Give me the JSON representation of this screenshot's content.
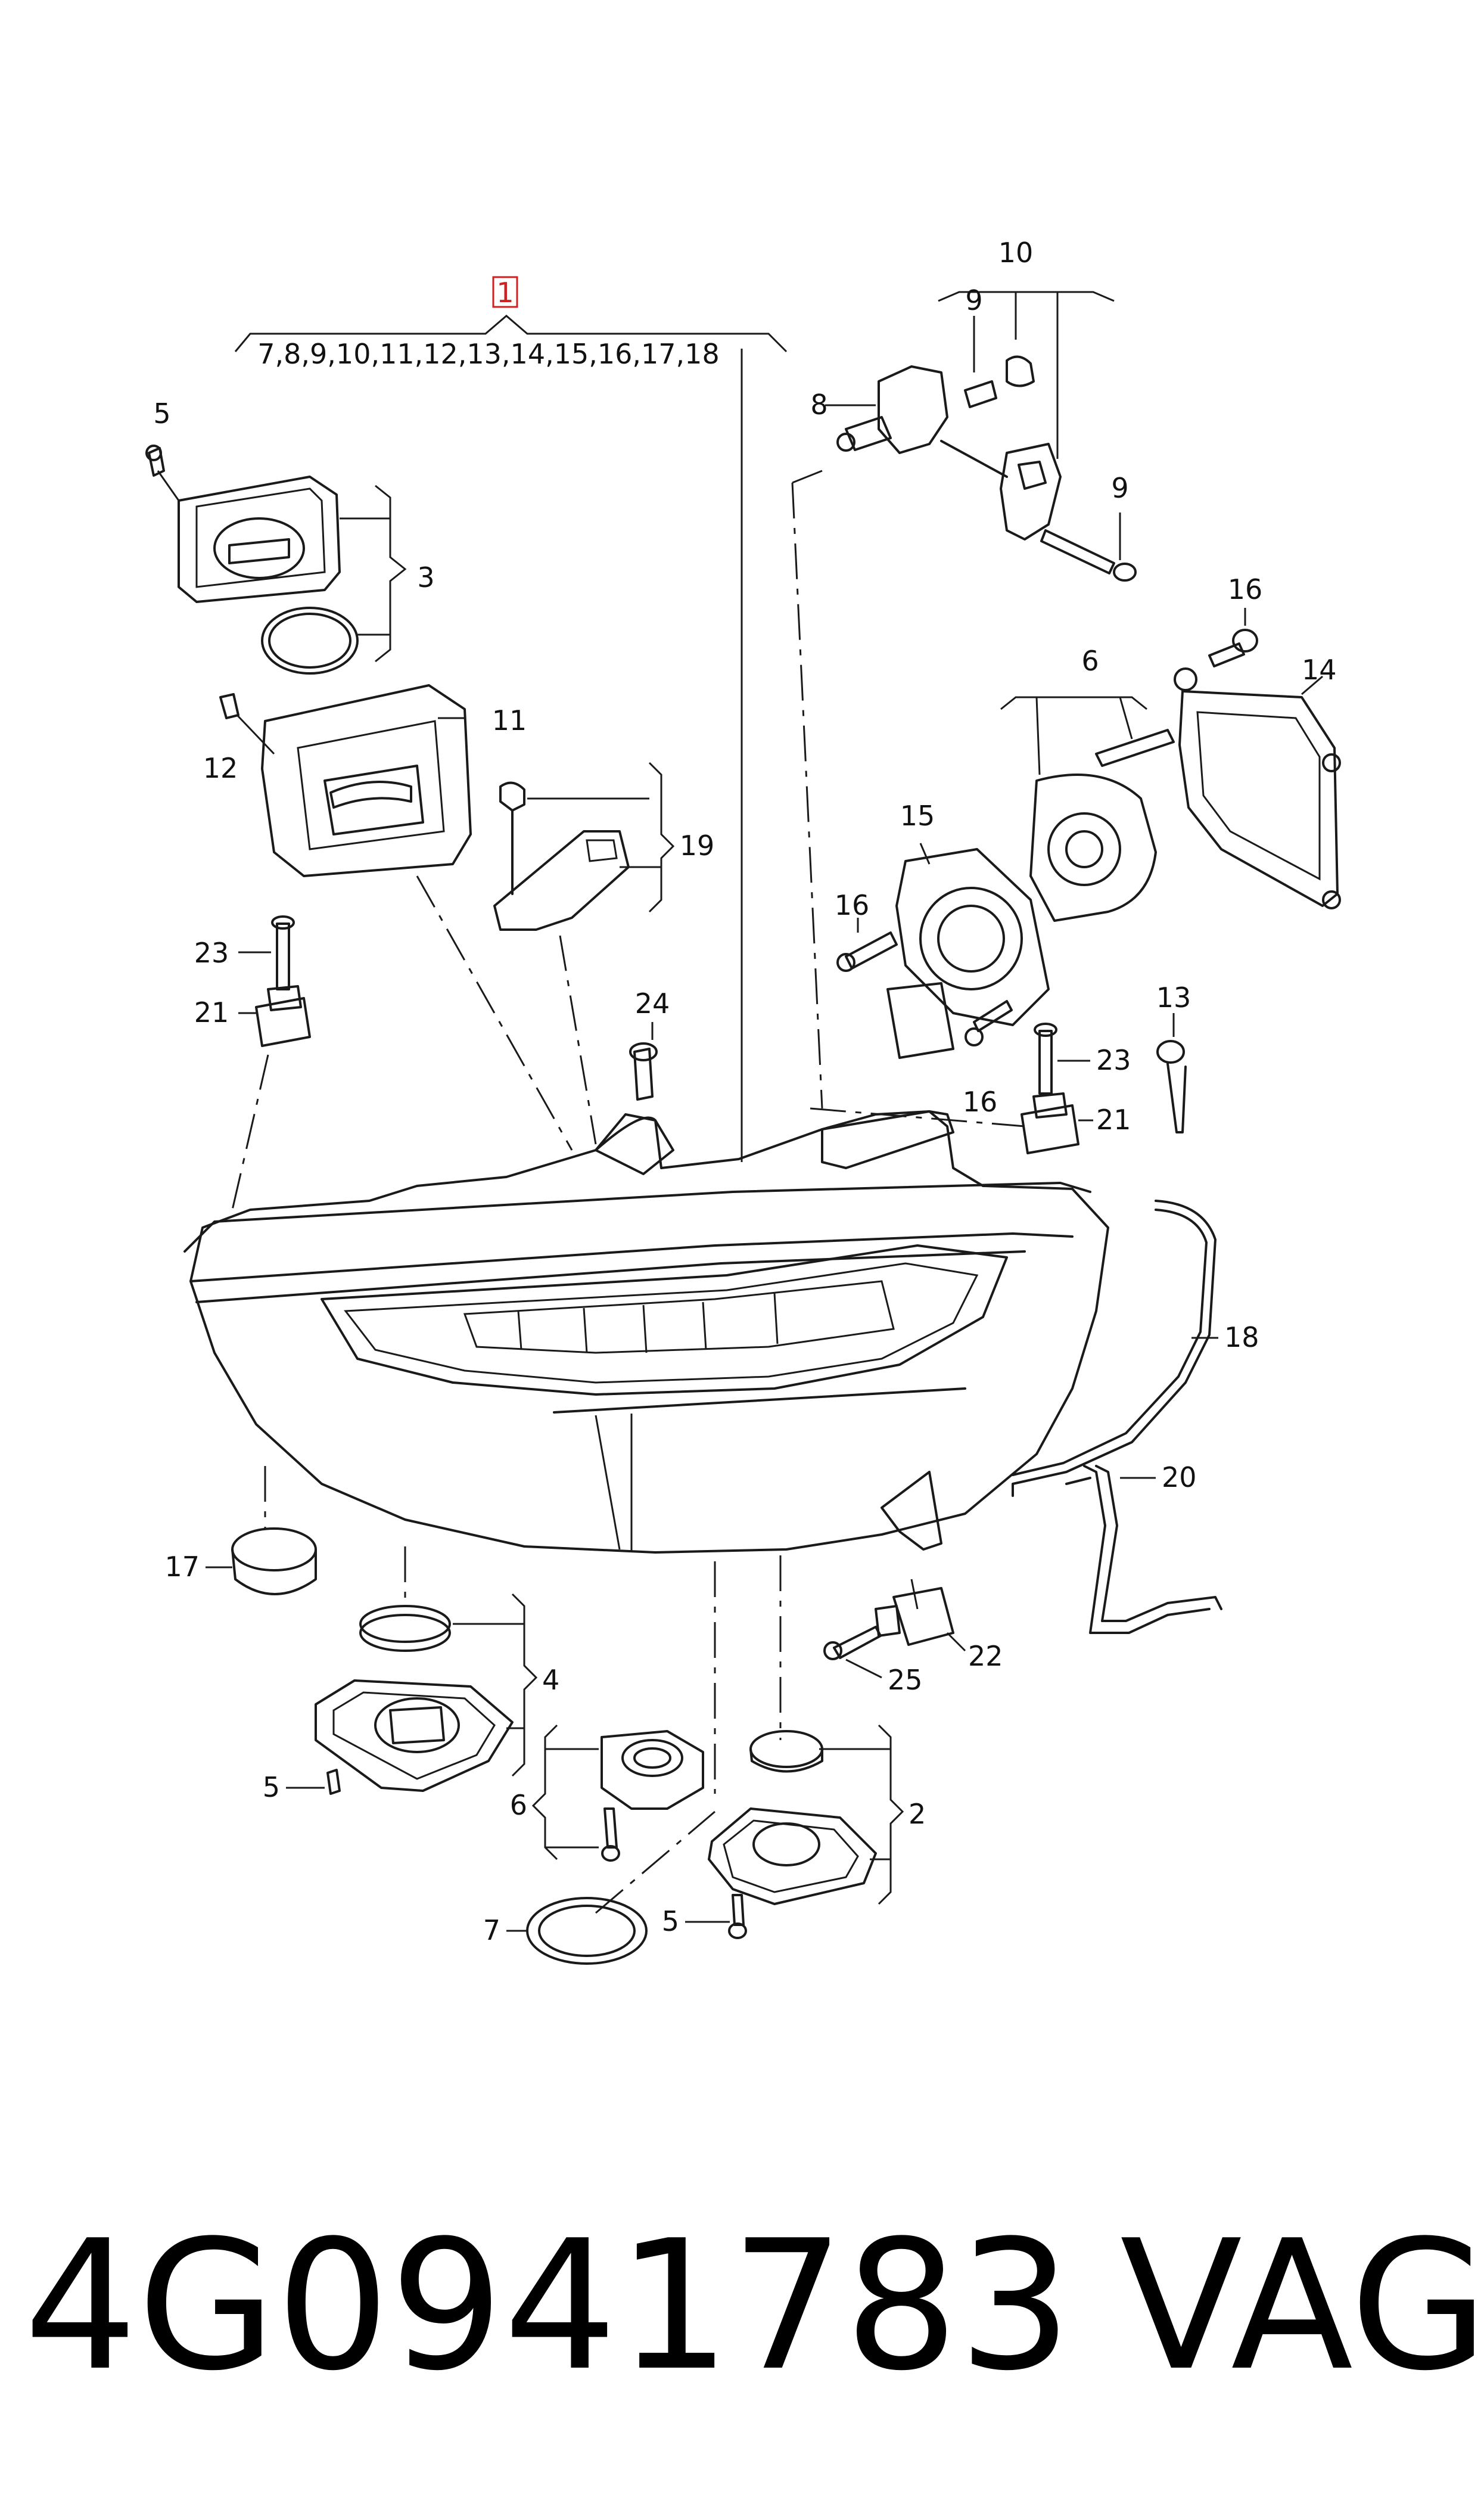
{
  "diagram": {
    "assembly": {
      "label": "1",
      "included_parts": "7,8,9,10,11,12,13,14,15,16,17,18"
    },
    "callouts": [
      {
        "id": "c10",
        "text": "10"
      },
      {
        "id": "c9a",
        "text": "9"
      },
      {
        "id": "c8",
        "text": "8"
      },
      {
        "id": "c9b",
        "text": "9"
      },
      {
        "id": "c5a",
        "text": "5"
      },
      {
        "id": "c3",
        "text": "3"
      },
      {
        "id": "c11",
        "text": "11"
      },
      {
        "id": "c12",
        "text": "12"
      },
      {
        "id": "c19",
        "text": "19"
      },
      {
        "id": "c23a",
        "text": "23"
      },
      {
        "id": "c21a",
        "text": "21"
      },
      {
        "id": "c24",
        "text": "24"
      },
      {
        "id": "c16a",
        "text": "16"
      },
      {
        "id": "c14",
        "text": "14"
      },
      {
        "id": "c6a",
        "text": "6"
      },
      {
        "id": "c15",
        "text": "15"
      },
      {
        "id": "c16b",
        "text": "16"
      },
      {
        "id": "c13",
        "text": "13"
      },
      {
        "id": "c16c",
        "text": "16"
      },
      {
        "id": "c23b",
        "text": "23"
      },
      {
        "id": "c21b",
        "text": "21"
      },
      {
        "id": "c18",
        "text": "18"
      },
      {
        "id": "c20",
        "text": "20"
      },
      {
        "id": "c17",
        "text": "17"
      },
      {
        "id": "c4",
        "text": "4"
      },
      {
        "id": "c22",
        "text": "22"
      },
      {
        "id": "c25",
        "text": "25"
      },
      {
        "id": "c5b",
        "text": "5"
      },
      {
        "id": "c6b",
        "text": "6"
      },
      {
        "id": "c2",
        "text": "2"
      },
      {
        "id": "c7",
        "text": "7"
      },
      {
        "id": "c5c",
        "text": "5"
      }
    ]
  },
  "footer": {
    "part_number": "4G0941783",
    "brand": "VAG"
  }
}
